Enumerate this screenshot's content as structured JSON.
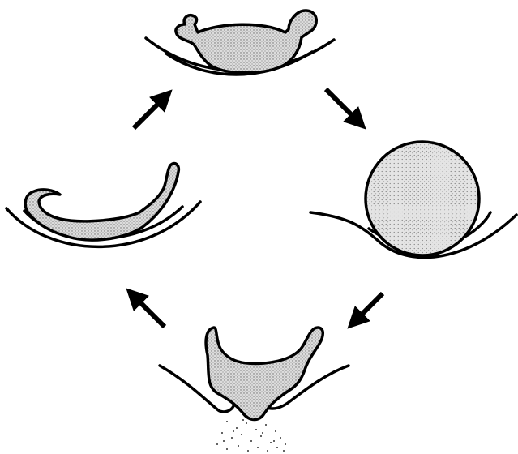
{
  "diagram": {
    "type": "cycle",
    "stage_count": 4,
    "arrow_count": 4,
    "flow_direction": "clockwise",
    "colors": {
      "line": "#000000",
      "fill": "#c8c8c8",
      "background": "#ffffff"
    },
    "stages": [
      {
        "position": "top",
        "shape": "flattened-cell-with-buds"
      },
      {
        "position": "right",
        "shape": "round-cell"
      },
      {
        "position": "bottom",
        "shape": "cup-shaped-cell-releasing-contents"
      },
      {
        "position": "left",
        "shape": "collapsed-cell"
      }
    ]
  }
}
